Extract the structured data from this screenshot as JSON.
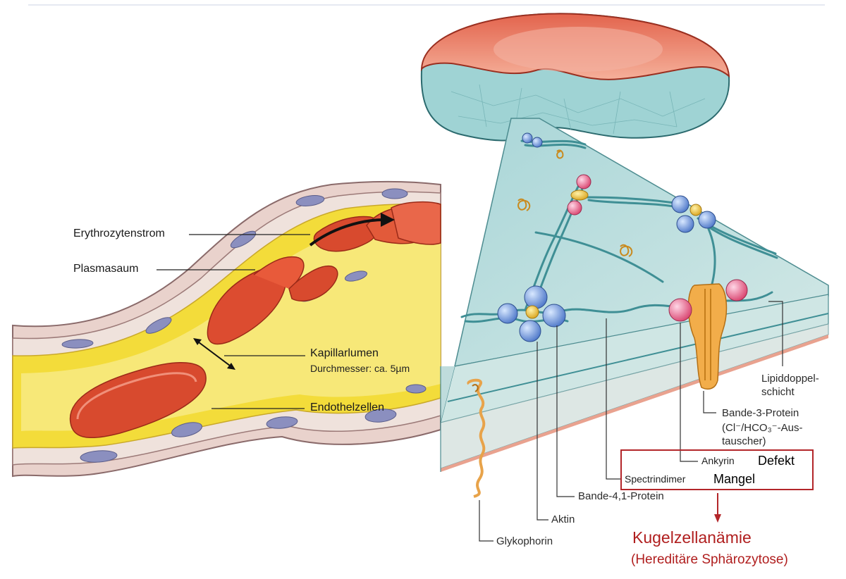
{
  "left_labels": {
    "erythrozytenstrom": "Erythrozytenstrom",
    "plasmasaum": "Plasmasaum",
    "kapillarlumen": "Kapillarlumen",
    "durchmesser": "Durchmesser: ca. 5µm",
    "endothelzellen": "Endothelzellen"
  },
  "right_labels": {
    "lipiddoppelschicht": "Lipiddoppel-\nschicht",
    "bande3": "Bande-3-Protein",
    "austauscher_line1": "(Cl⁻/HCO₃⁻-Aus-",
    "austauscher_line2": "tauscher)",
    "ankyrin": "Ankyrin",
    "spectrindimer": "Spectrindimer",
    "bande41": "Bande-4,1-Protein",
    "aktin": "Aktin",
    "glykophorin": "Glykophorin"
  },
  "annotations": {
    "defekt": "Defekt",
    "mangel": "Mangel",
    "disease": "Kugelzellanämie",
    "disease_sub": "(Hereditäre Sphärozytose)"
  },
  "colors": {
    "erythrocyte": "#d94a2f",
    "plasma": "#f5e04a",
    "membrane_fill": "#bfe0e0",
    "network": "#3f8f95",
    "highlight_red": "#b3262a",
    "protein_orange": "#f0a640"
  }
}
